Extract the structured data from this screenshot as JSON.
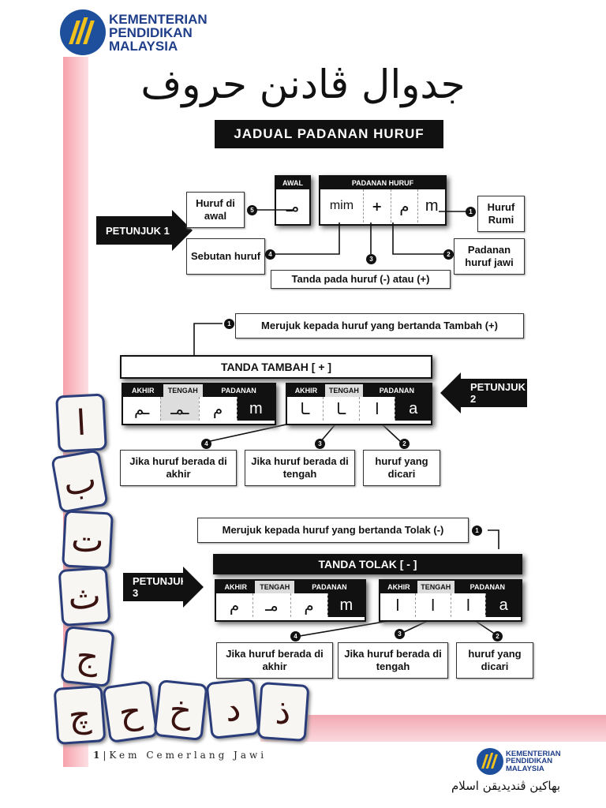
{
  "header": {
    "logo_lines": [
      "KEMENTERIAN",
      "PENDIDIKAN",
      "MALAYSIA"
    ],
    "title_jawi": "جدوال ڤادنن حروف",
    "subtitle": "JADUAL PADANAN HURUF"
  },
  "petunjuk1": {
    "label": "PETUNJUK 1",
    "awal_header": "AWAL",
    "awal_char": "مـ",
    "padanan_header": "PADANAN HURUF",
    "mim": "mim",
    "plus": "+",
    "jawi_char": "م",
    "rumi_char": "m",
    "callouts": {
      "huruf_awal": "Huruf di awal",
      "sebutan": "Sebutan huruf",
      "tanda": "Tanda pada huruf (-) atau (+)",
      "padanan_jawi": "Padanan huruf jawi",
      "huruf_rumi": "Huruf Rumi"
    }
  },
  "petunjuk2": {
    "label": "PETUNJUK 2",
    "note": "Merujuk kepada huruf yang bertanda Tambah (+)",
    "panel_title": "TANDA TAMBAH [ + ]",
    "headers": [
      "AKHIR",
      "TENGAH",
      "PADANAN"
    ],
    "left_cells": [
      "ـم",
      "ـمـ",
      "م",
      "m"
    ],
    "right_cells": [
      "ـا",
      "ـا",
      "ا",
      "a"
    ],
    "callouts": [
      "Jika huruf berada di akhir",
      "Jika huruf berada di tengah",
      "huruf yang dicari"
    ]
  },
  "petunjuk3": {
    "label": "PETUNJUK 3",
    "note": "Merujuk kepada huruf yang bertanda Tolak (-)",
    "panel_title": "TANDA TOLAK [ - ]",
    "headers": [
      "AKHIR",
      "TENGAH",
      "PADANAN"
    ],
    "left_cells": [
      "م",
      "مـ",
      "م",
      "m"
    ],
    "right_cells": [
      "ا",
      "ا",
      "ا",
      "a"
    ],
    "callouts": [
      "Jika huruf berada di akhir",
      "Jika huruf berada di tengah",
      "huruf yang dicari"
    ]
  },
  "badges": [
    "1",
    "2",
    "3",
    "4",
    "5"
  ],
  "tiles": [
    "ا",
    "ب",
    "ت",
    "ث",
    "ج",
    "چ",
    "ح",
    "خ",
    "د",
    "ذ"
  ],
  "footer": {
    "page": "1",
    "text": "Kem Cemerlang Jawi",
    "jawi_tagline": "بهاکين ڤنديديقن اسلام"
  },
  "colors": {
    "accent_pink": "#f6a1ab",
    "tile_border": "#2a3d7a",
    "logo_blue": "#1d4f9c",
    "logo_yellow": "#f1c21b"
  }
}
